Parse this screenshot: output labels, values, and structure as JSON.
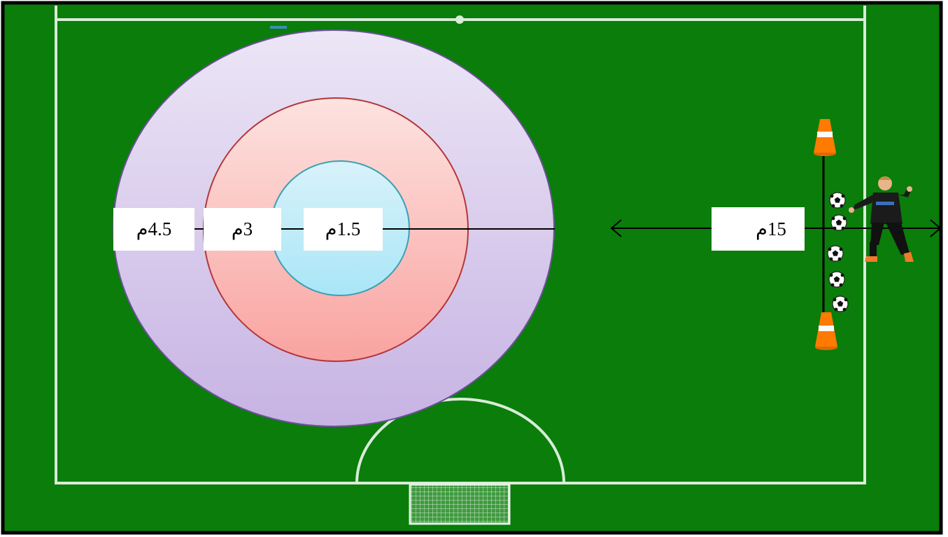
{
  "labels": {
    "inner_radius": "1.5م",
    "middle_radius": "3م",
    "outer_radius": "4.5م",
    "distance": "15م"
  },
  "colors": {
    "field": "#0a7d0a",
    "field_line": "#d8ecd8",
    "frame": "#000000",
    "outer_ring_top": "#ece6f6",
    "outer_ring_bottom": "#c7b3e3",
    "outer_ring_stroke": "#6e4f9c",
    "middle_ring_top": "#fde3e0",
    "middle_ring_bottom": "#f9a3a0",
    "middle_ring_stroke": "#b3363a",
    "inner_circle_top": "#d9f2fa",
    "inner_circle_bottom": "#a9e6f7",
    "inner_circle_stroke": "#3aa0b3",
    "cone": "#ff7a00",
    "player_kit": "#1b1b1b"
  },
  "icons": [
    "cone-icon",
    "soccer-ball-icon",
    "player-icon",
    "goal-icon"
  ],
  "ball_count": 5
}
